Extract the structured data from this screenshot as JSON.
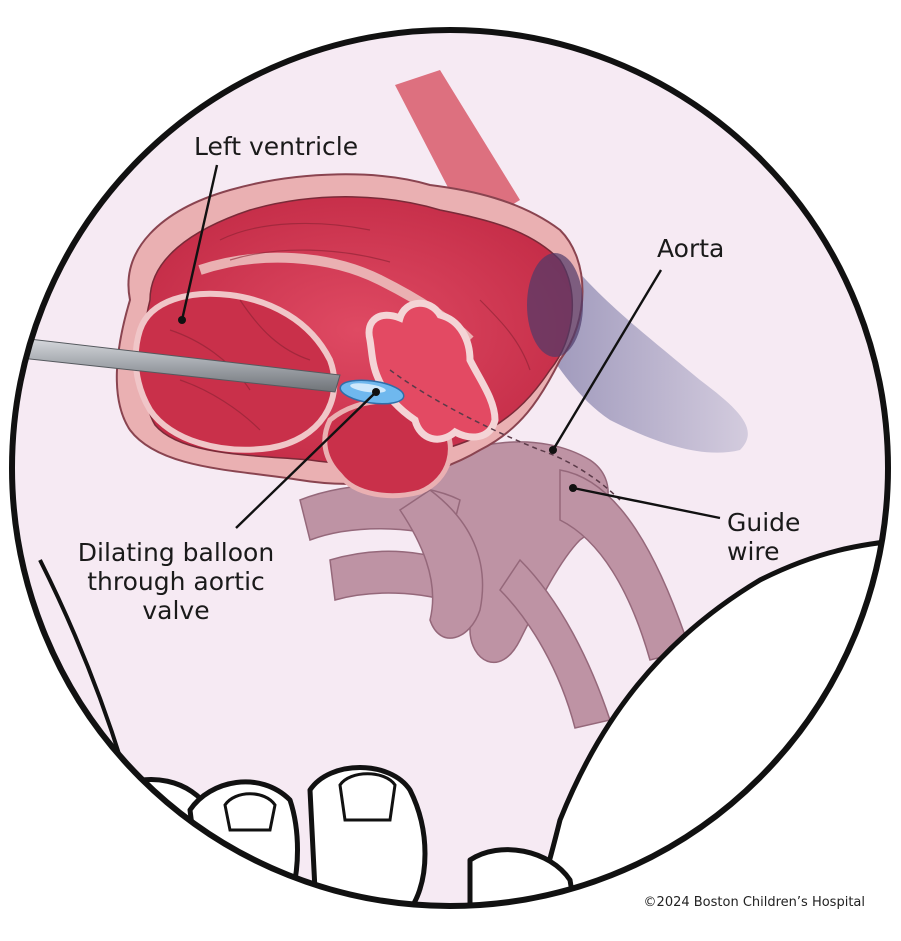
{
  "labels": {
    "left_ventricle": "Left ventricle",
    "aorta": "Aorta",
    "guide_wire": [
      "Guide",
      "wire"
    ],
    "dilating_balloon": [
      "Dilating balloon",
      "through aortic",
      "valve"
    ]
  },
  "credit": "©2024 Boston Children’s Hospital",
  "colors": {
    "background_tint": "#f6eaf3",
    "outline": "#111111",
    "heart_muscle": "#d8354f",
    "heart_wall": "#eab0b2",
    "aorta_vessel": "#b9879a",
    "aorta_blue": "#9c96b4",
    "balloon": "#6fb8ee",
    "catheter": "#9a9ea4"
  }
}
